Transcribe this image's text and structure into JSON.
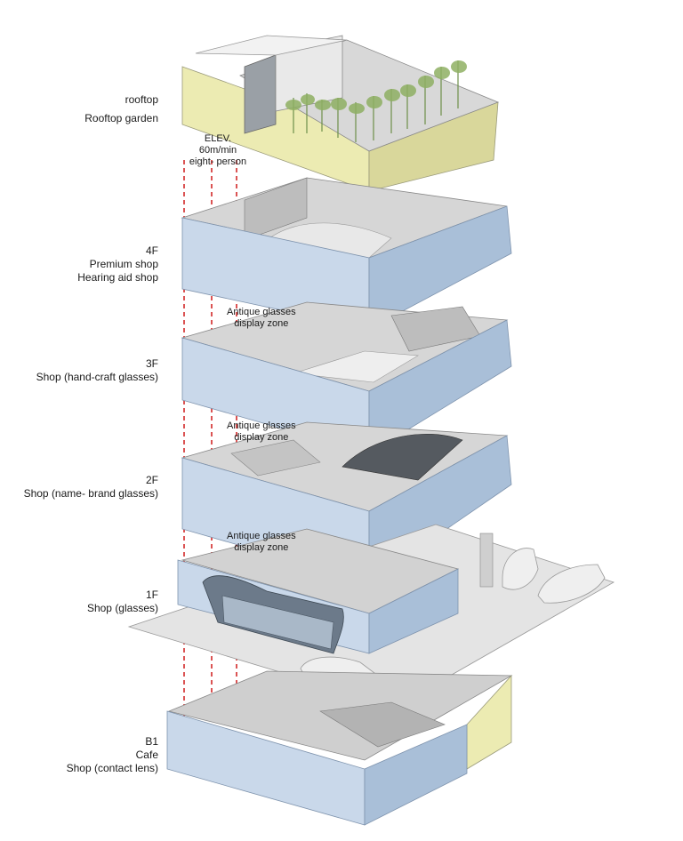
{
  "floors": [
    {
      "level": "rooftop",
      "desc": [
        "Rooftop garden"
      ]
    },
    {
      "level": "4F",
      "desc": [
        "Premium shop",
        "Hearing aid shop"
      ]
    },
    {
      "level": "3F",
      "desc": [
        "Shop (hand-craft glasses)"
      ]
    },
    {
      "level": "2F",
      "desc": [
        "Shop (name- brand glasses)"
      ]
    },
    {
      "level": "1F",
      "desc": [
        "Shop (glasses)"
      ]
    },
    {
      "level": "B1",
      "desc": [
        "Cafe",
        "Shop (contact lens)"
      ]
    }
  ],
  "elevator_note": [
    "ELEV.",
    "60m/min",
    "eight- person"
  ],
  "display_zone_note": [
    "Antique glasses",
    "display zone"
  ],
  "colors": {
    "slab_blue": "#c9d8ea",
    "slab_blue_dark": "#a9bfd8",
    "roof_yellow": "#ecebb2",
    "floor_grey": "#dcdcdc",
    "interior_grey": "#bdbdbd",
    "dashed_red": "#d22a2a"
  }
}
